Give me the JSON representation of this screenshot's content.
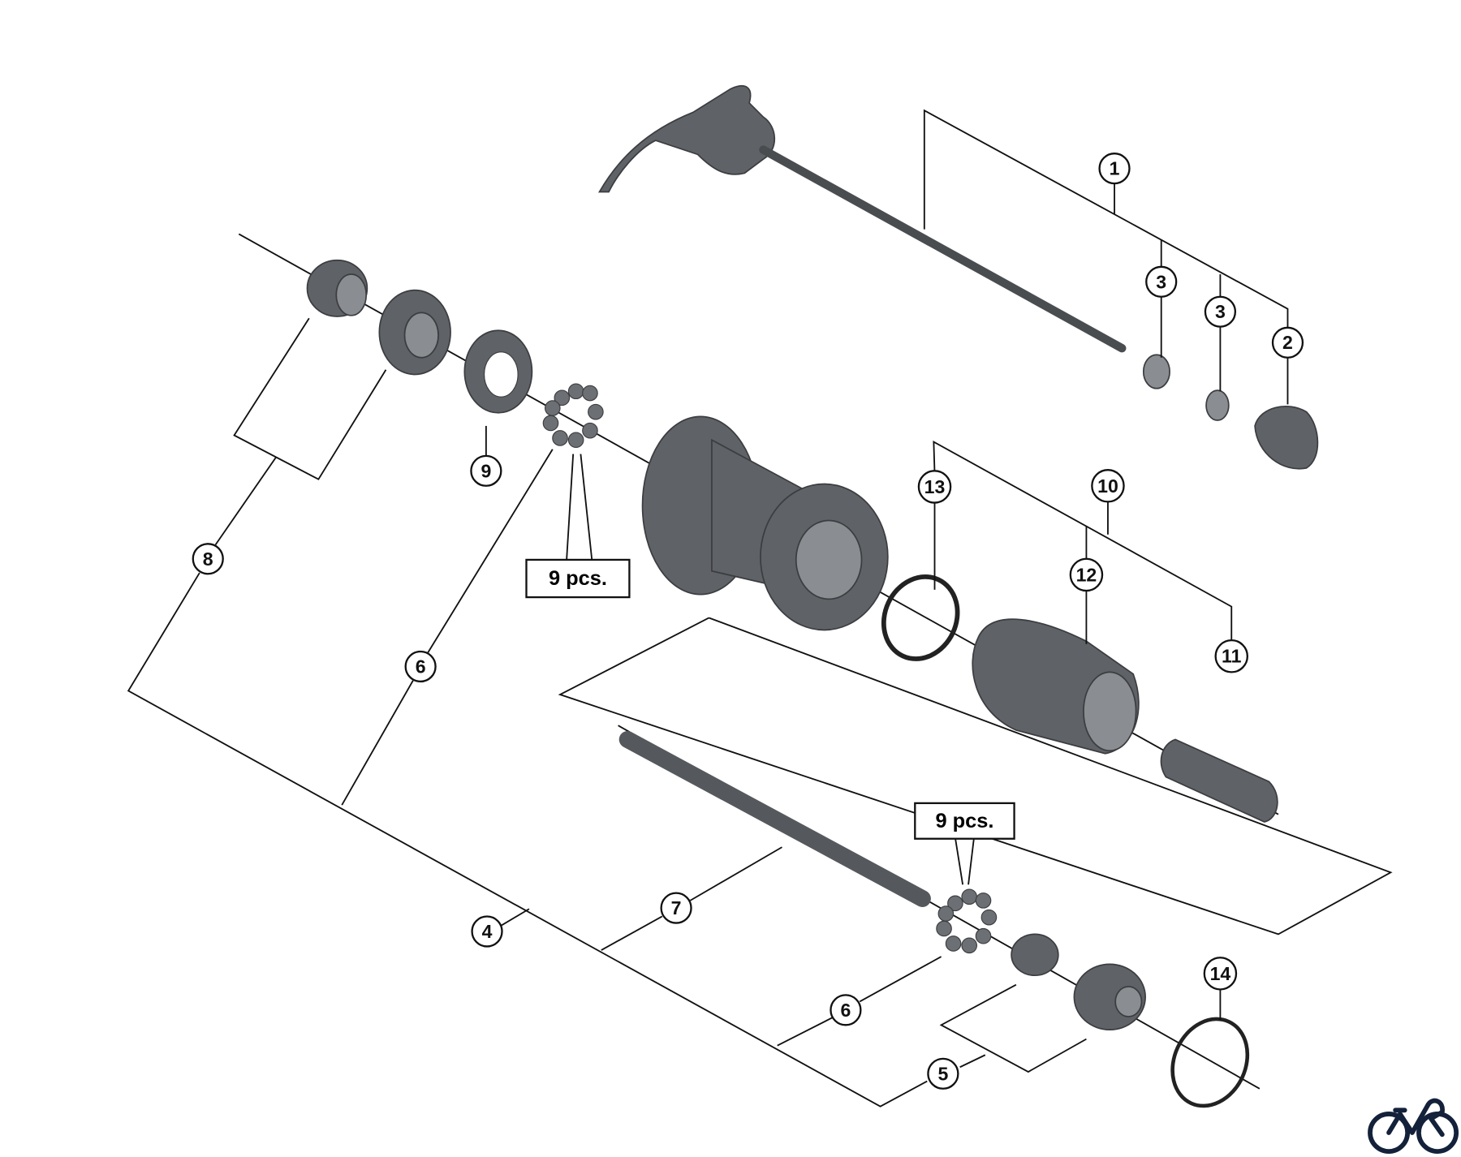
{
  "callouts": {
    "c1": "1",
    "c2": "2",
    "c3a": "3",
    "c3b": "3",
    "c4": "4",
    "c5": "5",
    "c6a": "6",
    "c6b": "6",
    "c7": "7",
    "c8": "8",
    "c9": "9",
    "c10": "10",
    "c11": "11",
    "c12": "12",
    "c13": "13",
    "c14": "14"
  },
  "notes": {
    "balls_upper": "9 pcs.",
    "balls_lower": "9 pcs."
  },
  "logo": {
    "name": "bicycle-logo",
    "color": "#14213a"
  }
}
